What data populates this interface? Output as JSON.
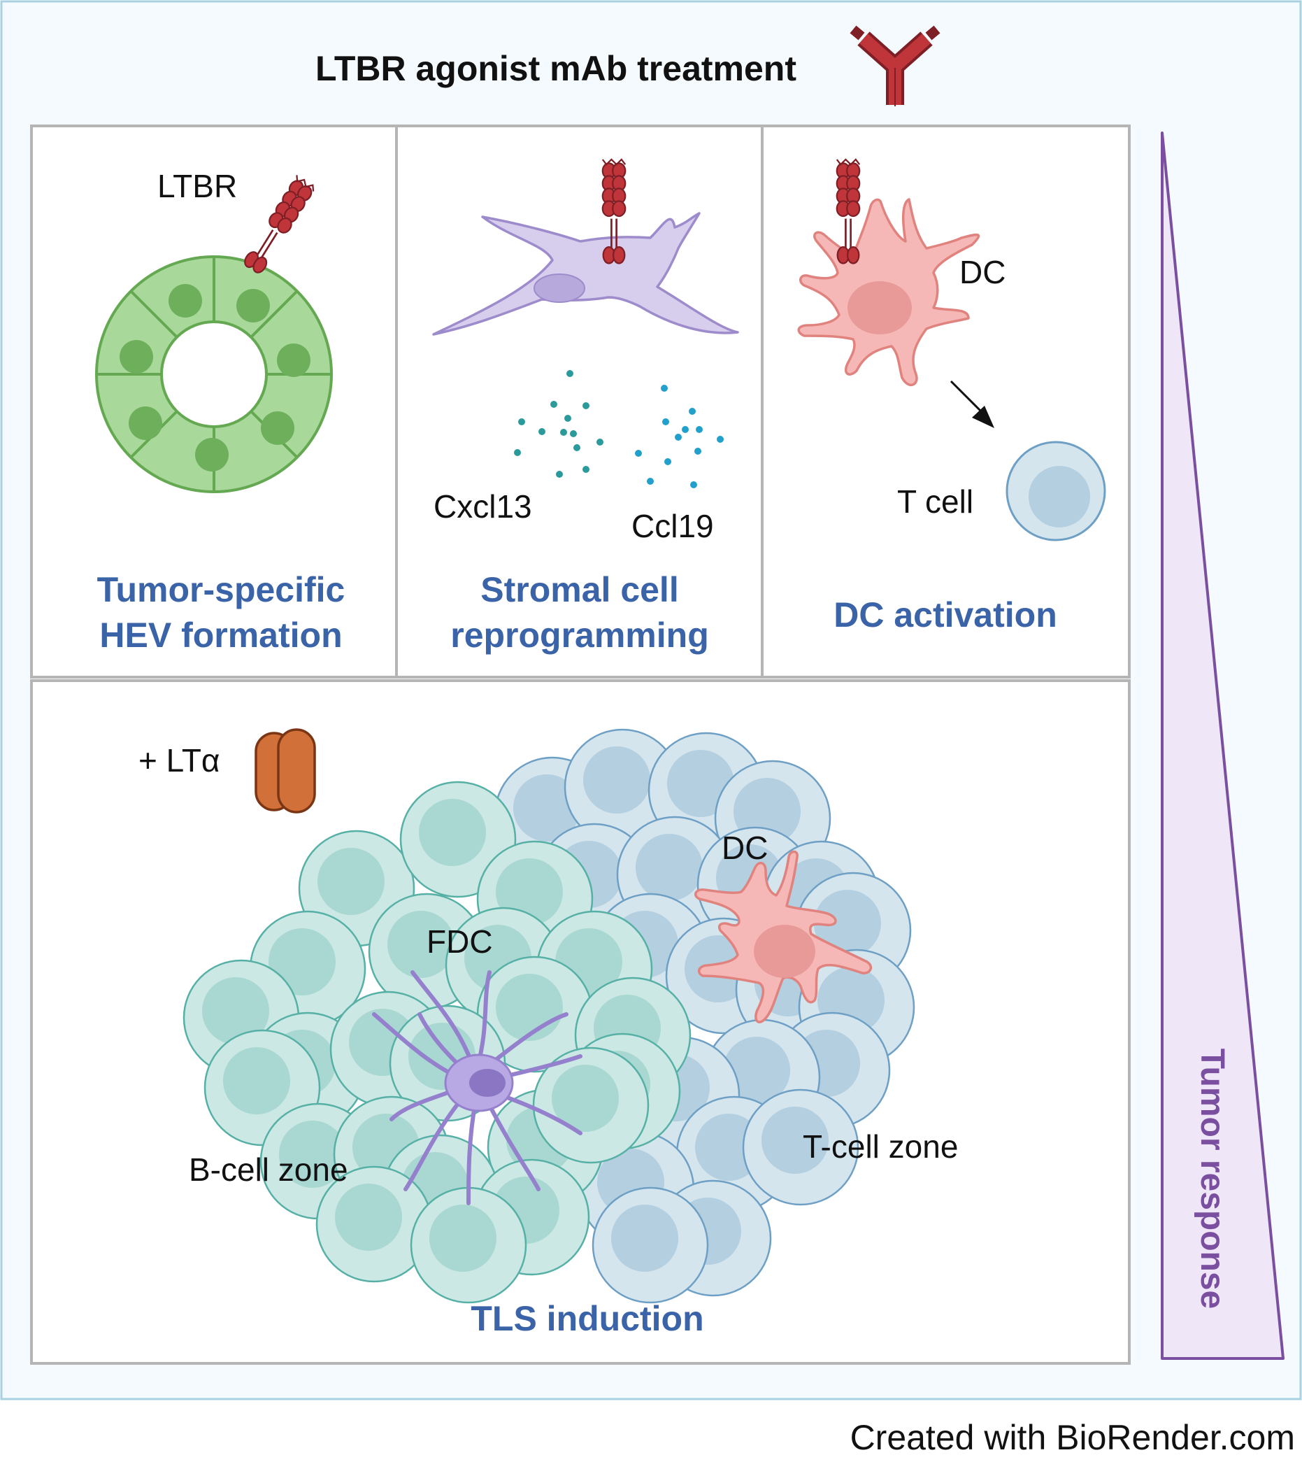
{
  "title": "LTBR agonist mAb treatment",
  "panels": {
    "hev": {
      "receptor_label": "LTBR",
      "caption_line1": "Tumor-specific",
      "caption_line2": "HEV formation"
    },
    "stromal": {
      "chemokine1_label": "Cxcl13",
      "chemokine2_label": "Ccl19",
      "caption_line1": "Stromal cell",
      "caption_line2": "reprogramming"
    },
    "dc": {
      "dc_label": "DC",
      "tcell_label": "T cell",
      "caption": "DC activation"
    },
    "tls": {
      "lta_label": "+ LTα",
      "dc_label": "DC",
      "fdc_label": "FDC",
      "bcell_zone_label": "B-cell zone",
      "tcell_zone_label": "T-cell zone",
      "caption": "TLS induction"
    }
  },
  "gradient_label": "Tumor response",
  "footer": "Created with BioRender.com",
  "colors": {
    "caption_blue": "#3a63a8",
    "gradient_purple": "#7b4fa0",
    "antibody_red": "#c0353a",
    "hev_green": "#a8d89a",
    "stromal_lavender": "#d7cdec",
    "dc_pink": "#f5b8b6",
    "tcell_blue": "#d5e5ee",
    "bcell_teal": "#cbe8e4",
    "lta_orange": "#d2703a"
  }
}
